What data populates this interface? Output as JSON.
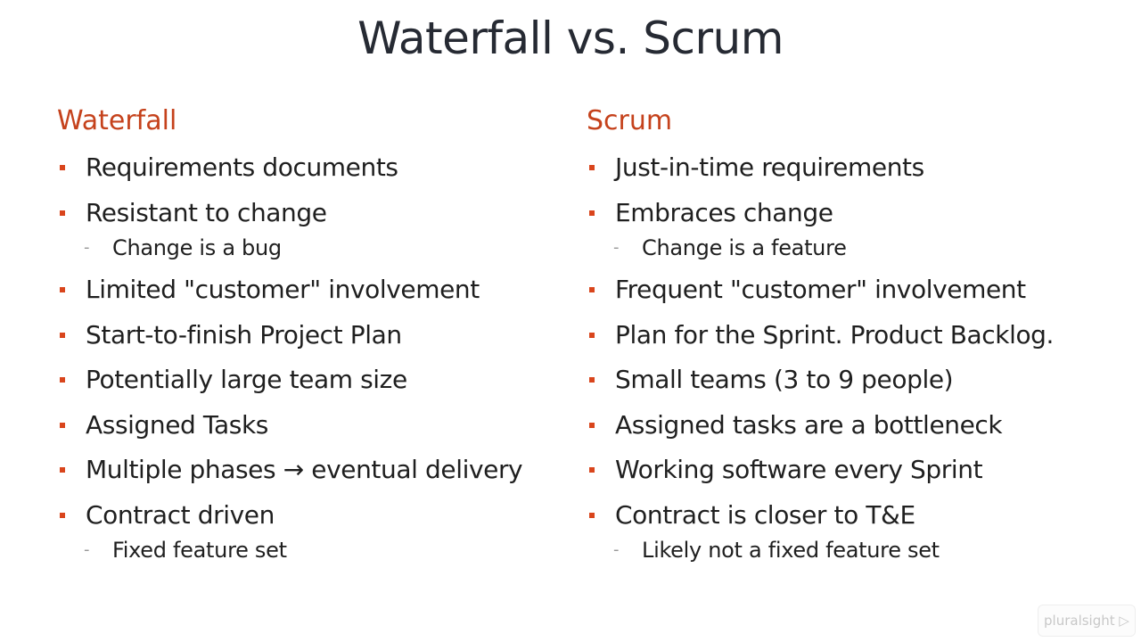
{
  "slide": {
    "title": "Waterfall vs. Scrum",
    "accent_color": "#c5421c",
    "left": {
      "heading": "Waterfall",
      "items": [
        {
          "text": "Requirements documents"
        },
        {
          "text": "Resistant to change",
          "sub": "Change is a bug"
        },
        {
          "text": "Limited \"customer\" involvement"
        },
        {
          "text": "Start-to-finish Project Plan"
        },
        {
          "text": "Potentially large team size"
        },
        {
          "text": "Assigned Tasks"
        },
        {
          "text": "Multiple phases → eventual delivery"
        },
        {
          "text": "Contract driven",
          "sub": "Fixed feature set"
        }
      ]
    },
    "right": {
      "heading": "Scrum",
      "items": [
        {
          "text": "Just-in-time requirements"
        },
        {
          "text": "Embraces change",
          "sub": "Change is a feature"
        },
        {
          "text": "Frequent \"customer\" involvement"
        },
        {
          "text": "Plan for the Sprint. Product Backlog."
        },
        {
          "text": "Small teams (3 to 9 people)"
        },
        {
          "text": "Assigned tasks are a bottleneck"
        },
        {
          "text": "Working software every Sprint"
        },
        {
          "text": "Contract is closer to T&E",
          "sub": "Likely not a fixed feature set"
        }
      ]
    }
  },
  "watermark": {
    "text": "pluralsight"
  }
}
